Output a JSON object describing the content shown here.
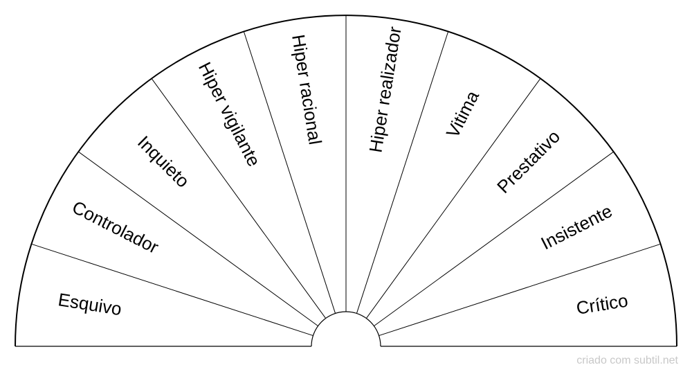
{
  "diagram": {
    "type": "semicircle-pendulum-chart",
    "segments_left_to_right": [
      "Esquivo",
      "Controlador",
      "Inquieto",
      "Hiper vigilante",
      "Hiper racional",
      "Hiper realizador",
      "Vitima",
      "Prestativo",
      "Insistente",
      "Crítico"
    ],
    "line_color": "#000000",
    "background_color": "#ffffff"
  },
  "footer": {
    "credit": "criado com subtil.net",
    "color": "#c8c8c8"
  }
}
